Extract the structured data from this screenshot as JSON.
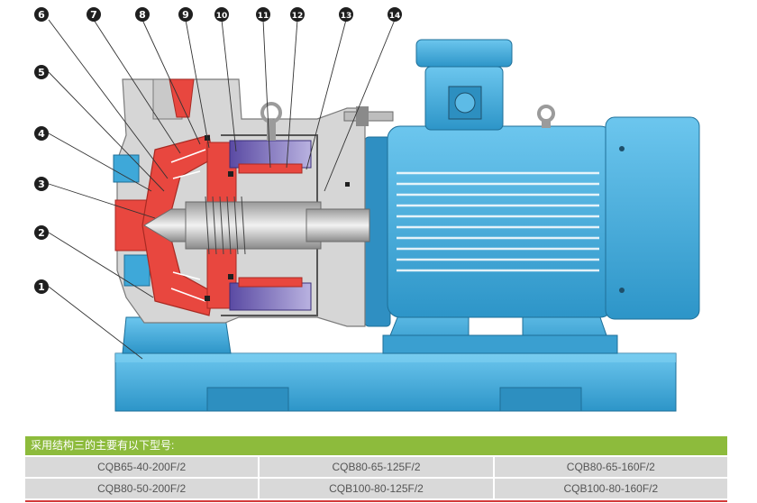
{
  "diagram": {
    "callouts": [
      {
        "label": "1"
      },
      {
        "label": "2"
      },
      {
        "label": "3"
      },
      {
        "label": "4"
      },
      {
        "label": "5"
      },
      {
        "label": "6"
      },
      {
        "label": "7"
      },
      {
        "label": "8"
      },
      {
        "label": "9"
      },
      {
        "label": "10"
      },
      {
        "label": "11"
      },
      {
        "label": "12"
      },
      {
        "label": "13"
      },
      {
        "label": "14"
      }
    ],
    "colors": {
      "pump_body": "#3ea8d9",
      "casing": "#d6d6d6",
      "impeller": "#e8473f",
      "magnet": "#6a57b0",
      "shaft": "#bfbfbf",
      "callout": "#1f1f1f"
    }
  },
  "models": {
    "header": "采用结构三的主要有以下型号:",
    "rows": [
      [
        "CQB65-40-200F/2",
        "CQB80-65-125F/2",
        "CQB80-65-160F/2"
      ],
      [
        "CQB80-50-200F/2",
        "CQB100-80-125F/2",
        "CQB100-80-160F/2"
      ]
    ]
  }
}
